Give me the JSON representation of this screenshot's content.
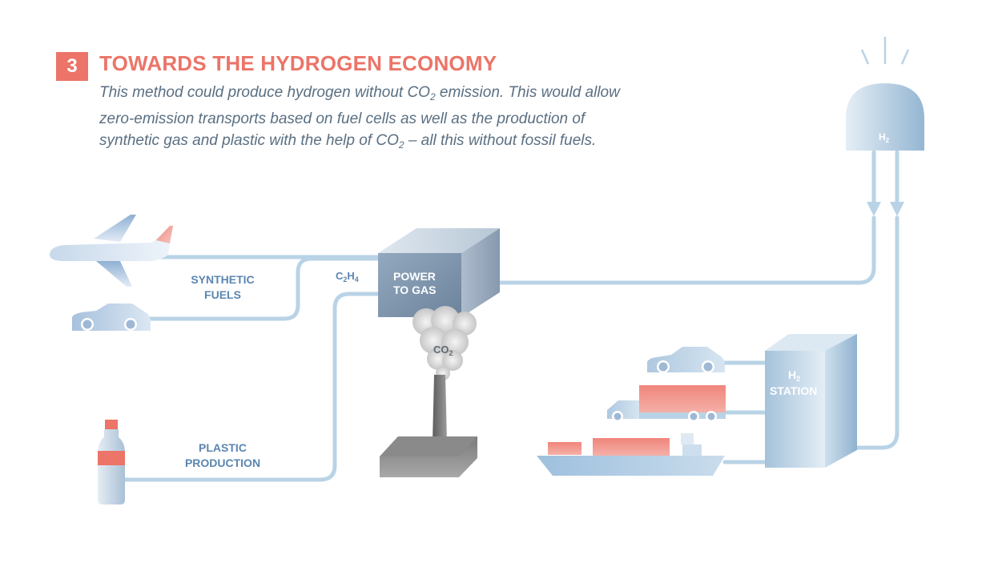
{
  "header": {
    "number": "3",
    "title": "TOWARDS THE HYDROGEN ECONOMY",
    "desc_line1_a": "This method could produce hydrogen without CO",
    "desc_line1_sub": "2",
    "desc_line1_b": " emission. This would allow",
    "desc_line2": "zero-emission transports based on fuel cells as well as the production of",
    "desc_line3_a": "synthetic gas and plastic with the help of CO",
    "desc_line3_sub": "2",
    "desc_line3_b": " – all this without fossil fuels."
  },
  "labels": {
    "synthetic_1": "SYNTHETIC",
    "synthetic_2": "FUELS",
    "plastic_1": "PLASTIC",
    "plastic_2": "PRODUCTION",
    "c2h4_a": "C",
    "c2h4_sub1": "2",
    "c2h4_b": "H",
    "c2h4_sub2": "4",
    "ptg_1": "POWER",
    "ptg_2": "TO GAS",
    "co2_a": "CO",
    "co2_sub": "2",
    "h2_tank_a": "H",
    "h2_tank_sub": "2",
    "station_a": "H",
    "station_sub": "2",
    "station_2": "STATION"
  },
  "colors": {
    "accent": "#ec7468",
    "pipe": "#b9d3e6",
    "label": "#5b86b1",
    "text": "#5a6f82"
  }
}
